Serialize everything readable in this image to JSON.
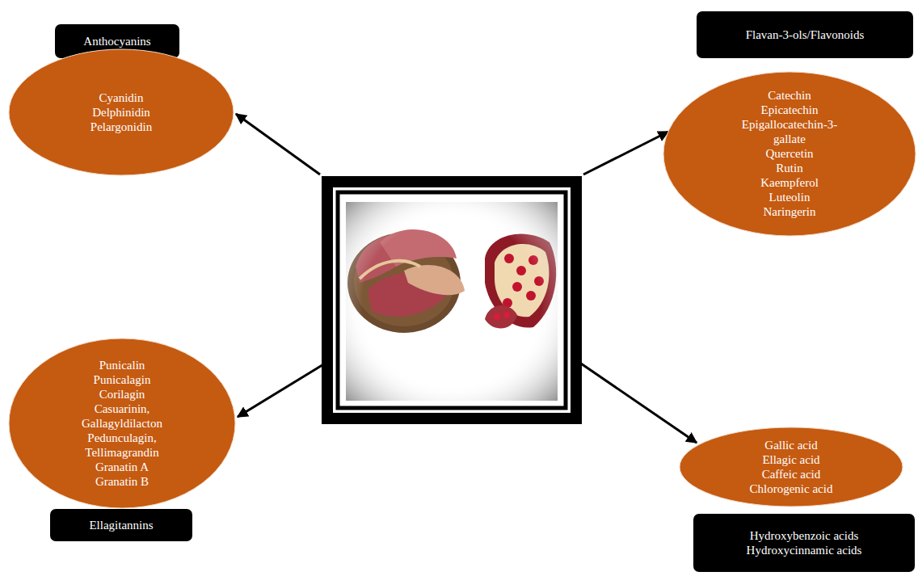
{
  "diagram": {
    "nodes": [
      {
        "text": [
          "Anthocyanins"
        ]
      },
      {
        "text": [
          "Cyanidin",
          "Delphinidin",
          "Pelargonidin"
        ]
      },
      {
        "text": [
          "Flavan-3-ols/Flavonoids"
        ]
      },
      {
        "text": [
          "Catechin",
          "Epicatechin",
          "Epigallocatechin-3- gallate",
          "Quercetin",
          "Rutin",
          "Kaempferol",
          "Luteolin",
          "Naringerin"
        ]
      },
      {
        "text": [
          "Punicalin",
          "Punicalagin",
          "Corilagin",
          "Casuarinin,",
          "Gallagyldilacton",
          "Pedunculagin,",
          "Tellimagrandin",
          "Granatin A",
          "Granatin B"
        ]
      },
      {
        "text": [
          "Ellagitannins"
        ]
      },
      {
        "text": [
          "Gallic acid",
          "Ellagic acid",
          "Caffeic acid",
          "Chlorogenic acid"
        ]
      },
      {
        "text": [
          "Hydroxybenzoic acids",
          "Hydroxycinnamic acids"
        ]
      }
    ]
  }
}
